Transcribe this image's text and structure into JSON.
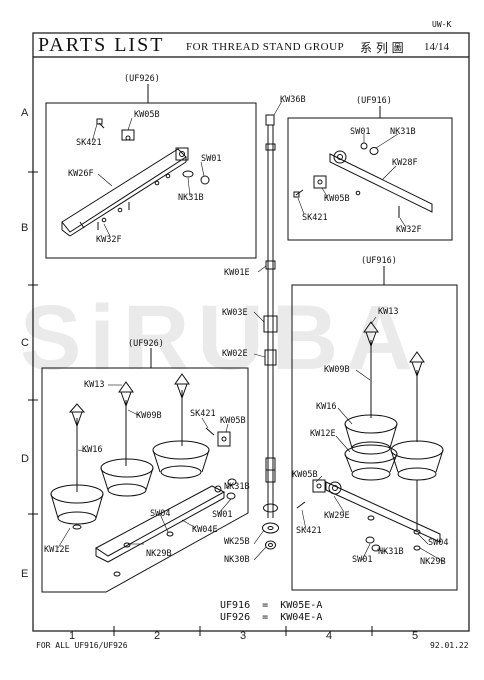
{
  "header": {
    "doc_code": "UW-K",
    "title_main": "PARTS LIST",
    "title_sub": "FOR THREAD STAND GROUP",
    "title_cjk": "系 列 圖",
    "page": "14/14"
  },
  "watermark": "SiRUBA",
  "grid": {
    "rows": [
      "A",
      "B",
      "C",
      "D",
      "E"
    ],
    "cols": [
      "1",
      "2",
      "3",
      "4",
      "5"
    ]
  },
  "boxes": {
    "top_left_model": "(UF926)",
    "top_right_model": "(UF916)",
    "bottom_left_model": "(UF926)",
    "bottom_right_model": "(UF916)"
  },
  "labels": {
    "top_left": [
      "KW05B",
      "SK421",
      "SW01",
      "KW26F",
      "NK31B",
      "KW32F"
    ],
    "top_right": [
      "SW01",
      "NK31B",
      "KW28F",
      "KW05B",
      "SK421",
      "KW32F"
    ],
    "center": [
      "KW36B",
      "KW01E",
      "KW03E",
      "KW02E",
      "WK25B",
      "NK30B"
    ],
    "bottom_left": [
      "KW13",
      "KW09B",
      "SK421",
      "KW05B",
      "KW16",
      "NK31B",
      "SW01",
      "SW04",
      "KW04E",
      "NK29B",
      "KW12E"
    ],
    "bottom_right": [
      "KW13",
      "KW09B",
      "KW16",
      "KW12E",
      "KW05B",
      "KW29E",
      "SK421",
      "SW04",
      "NK31B",
      "SW01",
      "NK29B"
    ]
  },
  "notes": {
    "line1": "UF916  =  KW05E-A",
    "line2": "UF926  =  KW04E-A"
  },
  "footer": {
    "left": "FOR ALL UF916/UF926",
    "right": "92.01.22"
  }
}
